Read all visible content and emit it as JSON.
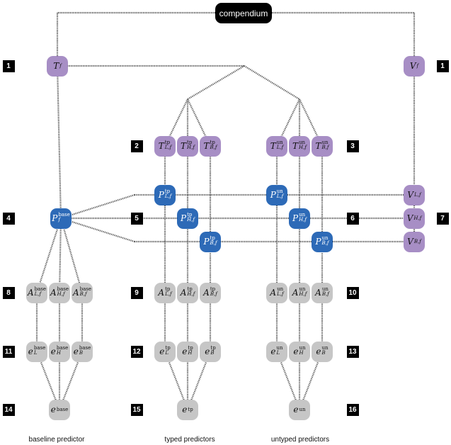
{
  "root_label": "compendium",
  "nodes": {
    "Tf": {
      "base": "T",
      "sub": "f",
      "sup": ""
    },
    "Vf": {
      "base": "V",
      "sub": "f",
      "sup": ""
    },
    "TtpL": {
      "base": "T",
      "sub": "L,f",
      "sup": "tp"
    },
    "TtpH": {
      "base": "T",
      "sub": "H,f",
      "sup": "tp"
    },
    "TtpB": {
      "base": "T",
      "sub": "B,f",
      "sup": "tp"
    },
    "TunL": {
      "base": "T",
      "sub": "L,f",
      "sup": "un"
    },
    "TunH": {
      "base": "T",
      "sub": "H,f",
      "sup": "un"
    },
    "TunB": {
      "base": "T",
      "sub": "B,f",
      "sup": "un"
    },
    "Pbase": {
      "base": "P",
      "sub": "f",
      "sup": "base"
    },
    "PtpL": {
      "base": "P",
      "sub": "L,f",
      "sup": "tp"
    },
    "PtpH": {
      "base": "P",
      "sub": "H,f",
      "sup": "tp"
    },
    "PtpB": {
      "base": "P",
      "sub": "B,f",
      "sup": "tp"
    },
    "PunL": {
      "base": "P",
      "sub": "L,f",
      "sup": "un"
    },
    "PunH": {
      "base": "P",
      "sub": "H,f",
      "sup": "un"
    },
    "PunB": {
      "base": "P",
      "sub": "B,f",
      "sup": "un"
    },
    "VL": {
      "base": "V",
      "sub": "L,f",
      "sup": ""
    },
    "VH": {
      "base": "V",
      "sub": "H,f",
      "sup": ""
    },
    "VB": {
      "base": "V",
      "sub": "B,f",
      "sup": ""
    },
    "AbL": {
      "base": "A",
      "sub": "L,f",
      "sup": "base"
    },
    "AbH": {
      "base": "A",
      "sub": "H,f",
      "sup": "base"
    },
    "AbB": {
      "base": "A",
      "sub": "B,f",
      "sup": "base"
    },
    "AtpL": {
      "base": "A",
      "sub": "L,f",
      "sup": "tp"
    },
    "AtpH": {
      "base": "A",
      "sub": "H,f",
      "sup": "tp"
    },
    "AtpB": {
      "base": "A",
      "sub": "B,f",
      "sup": "tp"
    },
    "AunL": {
      "base": "A",
      "sub": "L,f",
      "sup": "un"
    },
    "AunH": {
      "base": "A",
      "sub": "H,f",
      "sup": "un"
    },
    "AunB": {
      "base": "A",
      "sub": "B,f",
      "sup": "un"
    },
    "ebL": {
      "base": "e",
      "sub": "L",
      "sup": "base"
    },
    "ebH": {
      "base": "e",
      "sub": "H",
      "sup": "base"
    },
    "ebB": {
      "base": "e",
      "sub": "B",
      "sup": "base"
    },
    "etpL": {
      "base": "e",
      "sub": "L",
      "sup": "tp"
    },
    "etpH": {
      "base": "e",
      "sub": "H",
      "sup": "tp"
    },
    "etpB": {
      "base": "e",
      "sub": "B",
      "sup": "tp"
    },
    "eunL": {
      "base": "e",
      "sub": "L",
      "sup": "un"
    },
    "eunH": {
      "base": "e",
      "sub": "H",
      "sup": "un"
    },
    "eunB": {
      "base": "e",
      "sub": "B",
      "sup": "un"
    },
    "eb": {
      "base": "e",
      "sub": "",
      "sup": "base"
    },
    "etp": {
      "base": "e",
      "sub": "",
      "sup": "tp"
    },
    "eun": {
      "base": "e",
      "sub": "",
      "sup": "un"
    }
  },
  "badges": {
    "b1a": "1",
    "b1b": "1",
    "b2": "2",
    "b3": "3",
    "b4": "4",
    "b5": "5",
    "b6": "6",
    "b7": "7",
    "b8": "8",
    "b9": "9",
    "b10": "10",
    "b11": "11",
    "b12": "12",
    "b13": "13",
    "b14": "14",
    "b15": "15",
    "b16": "16"
  },
  "captions": {
    "baseline": "baseline predictor",
    "typed": "typed predictors",
    "untyped": "untyped predictors"
  },
  "colors": {
    "purple": "#a78ec5",
    "blue": "#2d6ab7",
    "gray": "#c6c6c6",
    "black": "#000000"
  }
}
